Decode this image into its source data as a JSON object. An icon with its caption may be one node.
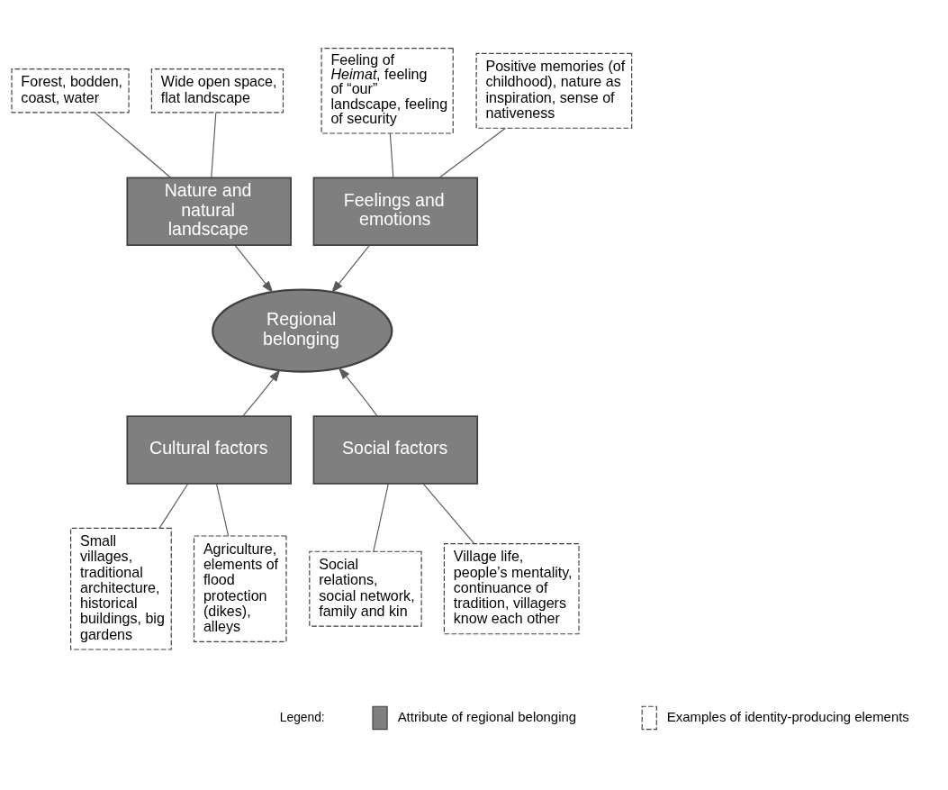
{
  "diagram": {
    "nodes": [
      {
        "text": [
          "Forest, bodden, coast, water"
        ]
      },
      {
        "text": [
          "Wide open space, flat landscape"
        ]
      },
      {
        "text": [
          "Feeling of *Heimat*, feeling of “our” landscape, feeling of security"
        ]
      },
      {
        "text": [
          "Positive memories (of childhood), nature as inspiration, sense of nativeness"
        ]
      },
      {
        "text": [
          "Nature and natural landscape"
        ]
      },
      {
        "text": [
          "Feelings and emotions"
        ]
      },
      {
        "text": [
          "Regional belonging"
        ]
      },
      {
        "text": [
          "Cultural factors"
        ]
      },
      {
        "text": [
          "Social factors"
        ]
      },
      {
        "text": [
          "Small villages, traditional architecture, historical buildings, big gardens"
        ]
      },
      {
        "text": [
          "Agriculture, elements of flood protection (dikes), alleys"
        ]
      },
      {
        "text": [
          "Social relations, social network, family and kin"
        ]
      },
      {
        "text": [
          "Village life, people’s mentality, continuance of tradition, villagers know each other"
        ]
      }
    ],
    "edges": [
      {
        "from": 0,
        "to": 4,
        "arrow": "none"
      },
      {
        "from": 1,
        "to": 4,
        "arrow": "none"
      },
      {
        "from": 2,
        "to": 5,
        "arrow": "none"
      },
      {
        "from": 3,
        "to": 5,
        "arrow": "none"
      },
      {
        "from": 4,
        "to": 6,
        "arrow": "to"
      },
      {
        "from": 5,
        "to": 6,
        "arrow": "to"
      },
      {
        "from": 7,
        "to": 6,
        "arrow": "to"
      },
      {
        "from": 8,
        "to": 6,
        "arrow": "to"
      },
      {
        "from": 7,
        "to": 9,
        "arrow": "none"
      },
      {
        "from": 7,
        "to": 10,
        "arrow": "none"
      },
      {
        "from": 8,
        "to": 11,
        "arrow": "none"
      },
      {
        "from": 8,
        "to": 12,
        "arrow": "none"
      }
    ],
    "labels": [
      "Legend:"
    ],
    "legend": [
      {
        "text": "Attribute of regional belonging",
        "color": "#7f7f7f"
      },
      {
        "text": "Examples of identity-producing elements"
      }
    ]
  }
}
